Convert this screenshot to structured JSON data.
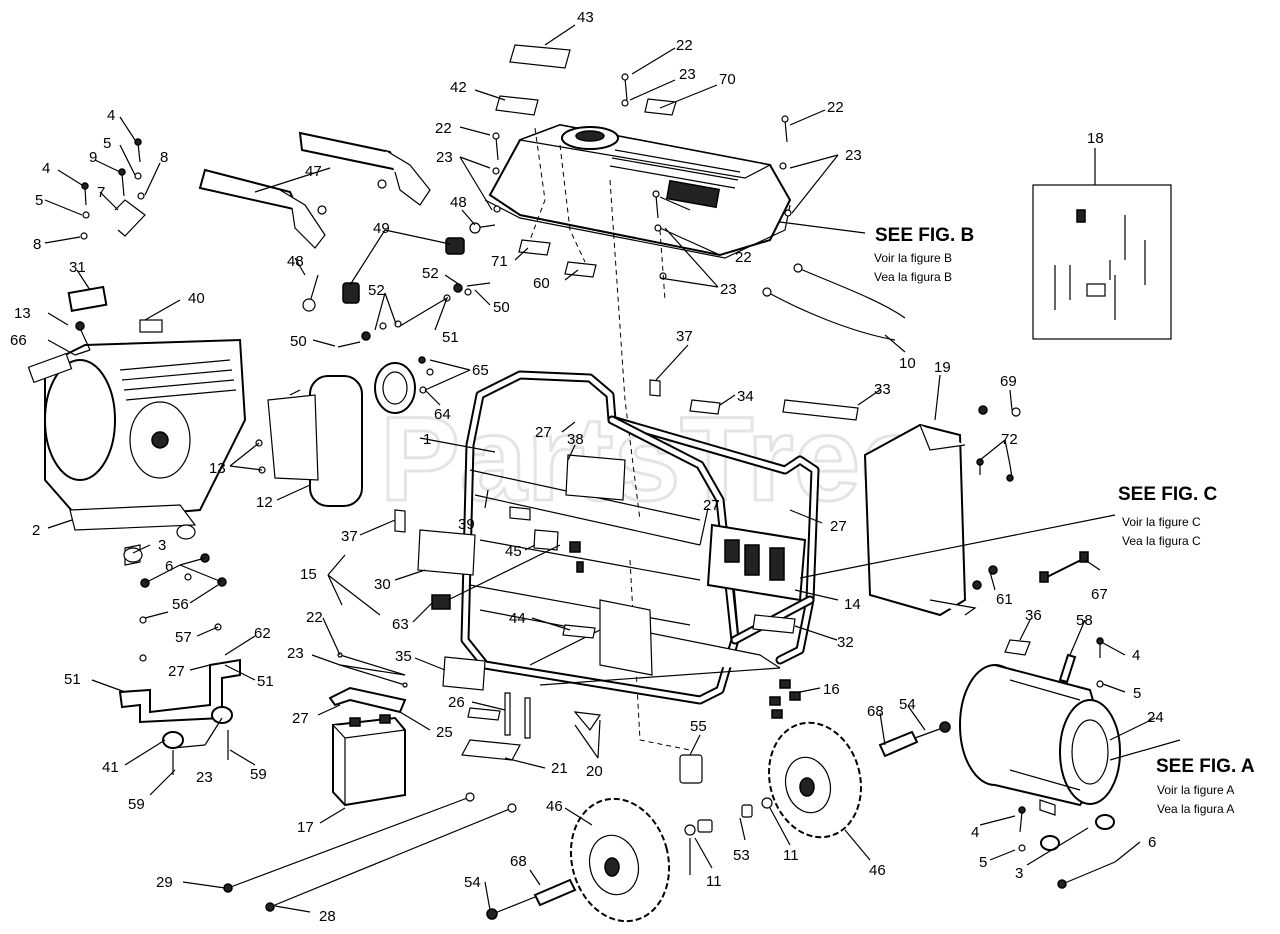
{
  "watermark": "PartsTree",
  "references": {
    "fig_b": {
      "title": "SEE FIG. B",
      "fr": "Voir la figure B",
      "es": "Vea la figura B"
    },
    "fig_c": {
      "title": "SEE FIG. C",
      "fr": "Voir la figure C",
      "es": "Vea la figura C"
    },
    "fig_a": {
      "title": "SEE FIG. A",
      "fr": "Voir la figure A",
      "es": "Vea la figura A"
    }
  },
  "callouts": [
    {
      "id": "c43",
      "text": "43"
    },
    {
      "id": "c22a",
      "text": "22"
    },
    {
      "id": "c23a",
      "text": "23"
    },
    {
      "id": "c70",
      "text": "70"
    },
    {
      "id": "c42",
      "text": "42"
    },
    {
      "id": "c22b",
      "text": "22"
    },
    {
      "id": "c22c",
      "text": "22"
    },
    {
      "id": "c23b",
      "text": "23"
    },
    {
      "id": "c23c",
      "text": "23"
    },
    {
      "id": "c4a",
      "text": "4"
    },
    {
      "id": "c5a",
      "text": "5"
    },
    {
      "id": "c8a",
      "text": "8"
    },
    {
      "id": "c9",
      "text": "9"
    },
    {
      "id": "c4b",
      "text": "4"
    },
    {
      "id": "c7",
      "text": "7"
    },
    {
      "id": "c5b",
      "text": "5"
    },
    {
      "id": "c8b",
      "text": "8"
    },
    {
      "id": "c47",
      "text": "47"
    },
    {
      "id": "c48a",
      "text": "48"
    },
    {
      "id": "c49",
      "text": "49"
    },
    {
      "id": "c22d",
      "text": "22"
    },
    {
      "id": "c71",
      "text": "71"
    },
    {
      "id": "c60",
      "text": "60"
    },
    {
      "id": "c23d",
      "text": "23"
    },
    {
      "id": "c18",
      "text": "18"
    },
    {
      "id": "c31",
      "text": "31"
    },
    {
      "id": "c40",
      "text": "40"
    },
    {
      "id": "c48b",
      "text": "48"
    },
    {
      "id": "c52a",
      "text": "52"
    },
    {
      "id": "c52b",
      "text": "52"
    },
    {
      "id": "c50a",
      "text": "50"
    },
    {
      "id": "c13a",
      "text": "13"
    },
    {
      "id": "c66",
      "text": "66"
    },
    {
      "id": "c50b",
      "text": "50"
    },
    {
      "id": "c51a",
      "text": "51"
    },
    {
      "id": "c10",
      "text": "10"
    },
    {
      "id": "c65",
      "text": "65"
    },
    {
      "id": "c37a",
      "text": "37"
    },
    {
      "id": "c19",
      "text": "19"
    },
    {
      "id": "c69",
      "text": "69"
    },
    {
      "id": "c64",
      "text": "64"
    },
    {
      "id": "c34",
      "text": "34"
    },
    {
      "id": "c33",
      "text": "33"
    },
    {
      "id": "c27a",
      "text": "27"
    },
    {
      "id": "c1",
      "text": "1"
    },
    {
      "id": "c38",
      "text": "38"
    },
    {
      "id": "c72",
      "text": "72"
    },
    {
      "id": "c13b",
      "text": "13"
    },
    {
      "id": "c12",
      "text": "12"
    },
    {
      "id": "c2",
      "text": "2"
    },
    {
      "id": "c27b",
      "text": "27"
    },
    {
      "id": "c39",
      "text": "39"
    },
    {
      "id": "c27c",
      "text": "27"
    },
    {
      "id": "c37b",
      "text": "37"
    },
    {
      "id": "c3a",
      "text": "3"
    },
    {
      "id": "c45",
      "text": "45"
    },
    {
      "id": "c6a",
      "text": "6"
    },
    {
      "id": "c15",
      "text": "15"
    },
    {
      "id": "c30",
      "text": "30"
    },
    {
      "id": "c14",
      "text": "14"
    },
    {
      "id": "c67",
      "text": "67"
    },
    {
      "id": "c61",
      "text": "61"
    },
    {
      "id": "c56",
      "text": "56"
    },
    {
      "id": "c63",
      "text": "63"
    },
    {
      "id": "c36",
      "text": "36"
    },
    {
      "id": "c22e",
      "text": "22"
    },
    {
      "id": "c57",
      "text": "57"
    },
    {
      "id": "c62",
      "text": "62"
    },
    {
      "id": "c44",
      "text": "44"
    },
    {
      "id": "c58",
      "text": "58"
    },
    {
      "id": "c32",
      "text": "32"
    },
    {
      "id": "c23e",
      "text": "23"
    },
    {
      "id": "c4c",
      "text": "4"
    },
    {
      "id": "c27d",
      "text": "27"
    },
    {
      "id": "c51b",
      "text": "51"
    },
    {
      "id": "c51c",
      "text": "51"
    },
    {
      "id": "c35",
      "text": "35"
    },
    {
      "id": "c5c",
      "text": "5"
    },
    {
      "id": "c16",
      "text": "16"
    },
    {
      "id": "c26",
      "text": "26"
    },
    {
      "id": "c68a",
      "text": "68"
    },
    {
      "id": "c54a",
      "text": "54"
    },
    {
      "id": "c24",
      "text": "24"
    },
    {
      "id": "c27e",
      "text": "27"
    },
    {
      "id": "c25",
      "text": "25"
    },
    {
      "id": "c55",
      "text": "55"
    },
    {
      "id": "c41",
      "text": "41"
    },
    {
      "id": "c23f",
      "text": "23"
    },
    {
      "id": "c59a",
      "text": "59"
    },
    {
      "id": "c21",
      "text": "21"
    },
    {
      "id": "c20",
      "text": "20"
    },
    {
      "id": "c59b",
      "text": "59"
    },
    {
      "id": "c46a",
      "text": "46"
    },
    {
      "id": "c17",
      "text": "17"
    },
    {
      "id": "c53",
      "text": "53"
    },
    {
      "id": "c11a",
      "text": "11"
    },
    {
      "id": "c46b",
      "text": "46"
    },
    {
      "id": "c4d",
      "text": "4"
    },
    {
      "id": "c6b",
      "text": "6"
    },
    {
      "id": "c5d",
      "text": "5"
    },
    {
      "id": "c3b",
      "text": "3"
    },
    {
      "id": "c29",
      "text": "29"
    },
    {
      "id": "c11b",
      "text": "11"
    },
    {
      "id": "c68b",
      "text": "68"
    },
    {
      "id": "c54b",
      "text": "54"
    },
    {
      "id": "c28",
      "text": "28"
    }
  ]
}
